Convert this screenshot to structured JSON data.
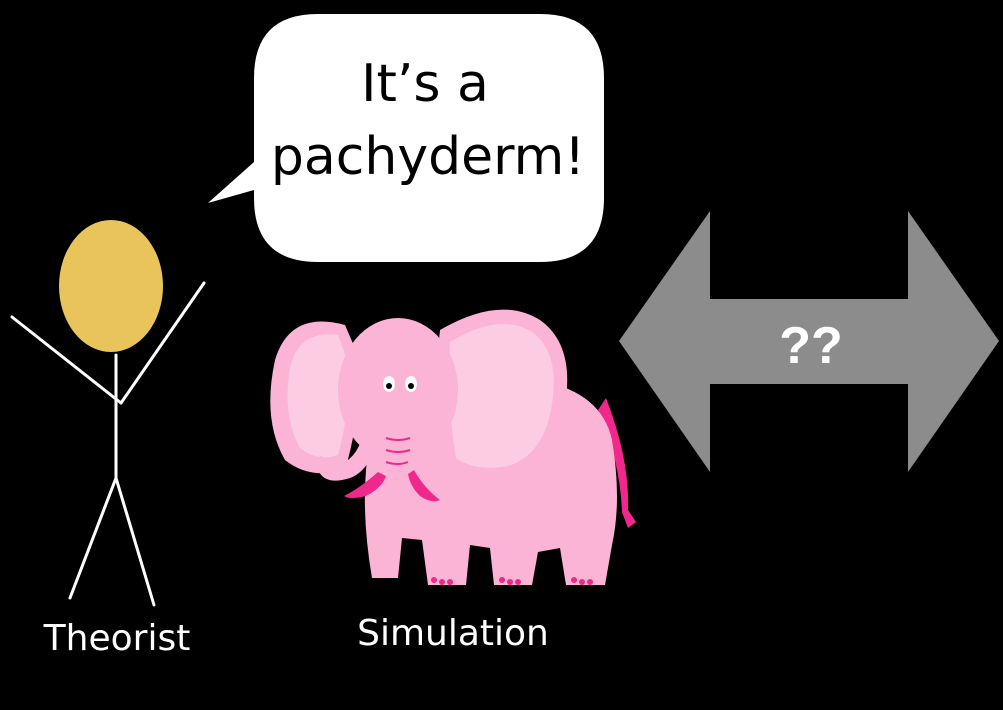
{
  "speech_bubble": {
    "line1": "It’s a",
    "line2": "pachyderm!"
  },
  "labels": {
    "theorist": "Theorist",
    "simulation": "Simulation"
  },
  "arrow": {
    "label": "??"
  },
  "colors": {
    "background": "#000000",
    "head": "#E8C45A",
    "stick_figure": "#FFFFFF",
    "elephant_body": "#FBB4D6",
    "elephant_ear_inner": "#FCCDE2",
    "elephant_accent": "#F0288C",
    "arrow": "#8C8C8C",
    "bubble": "#FFFFFF"
  }
}
